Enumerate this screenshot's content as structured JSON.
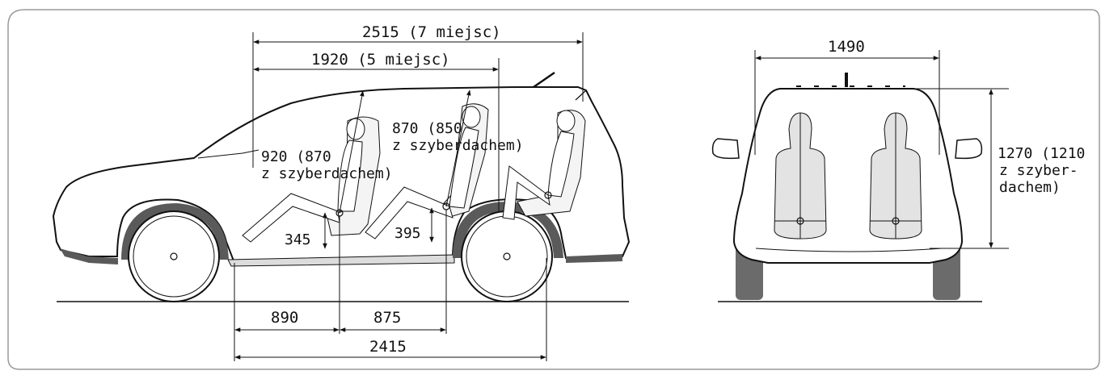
{
  "colors": {
    "line": "#111111",
    "fender": "#5a5a5a",
    "tire": "#6b6b6b",
    "body": "#ffffff",
    "seat_fill": "#e3e3e3",
    "frame": "#9a9a9a"
  },
  "side_view": {
    "length_7_seats": "2515 (7 miejsc)",
    "length_5_seats": "1920 (5 miejsc)",
    "headroom_front": [
      "920 (870",
      "z szyberdachem)"
    ],
    "headroom_rear": [
      "870 (850",
      "z szyberdachem)"
    ],
    "seat_height_front": "345",
    "seat_height_rear": "395",
    "legroom_front": "890",
    "legroom_rear": "875",
    "wheelbase": "2415"
  },
  "rear_view": {
    "shoulder_width": "1490",
    "height": [
      "1270 (1210",
      "z szyber-",
      "dachem)"
    ]
  }
}
